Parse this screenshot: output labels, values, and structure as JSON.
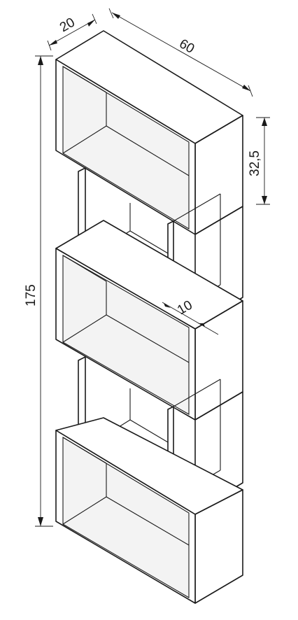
{
  "dimensions": {
    "depth": "20",
    "width": "60",
    "compartment_height": "32,5",
    "total_height": "175",
    "offset": "10"
  }
}
